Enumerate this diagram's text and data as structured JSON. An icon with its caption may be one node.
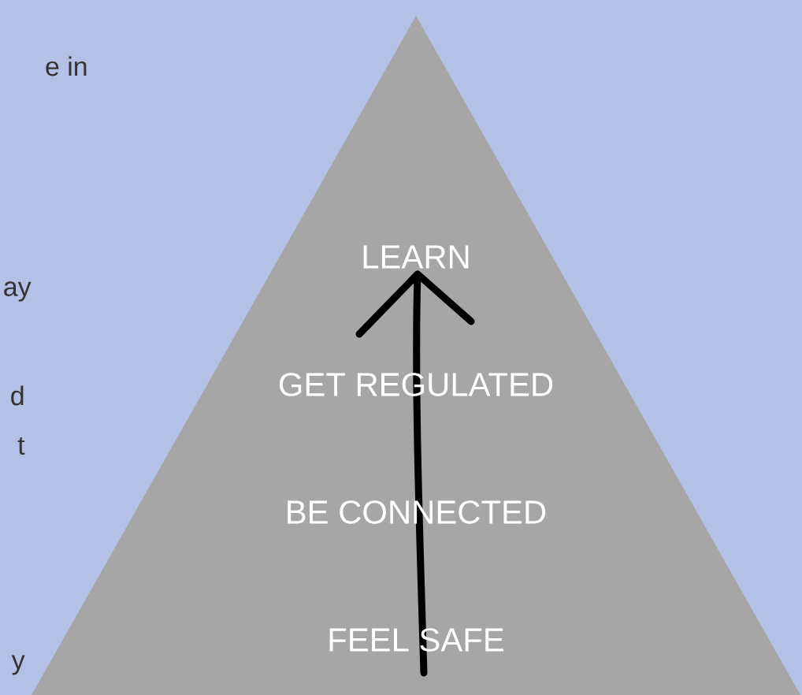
{
  "diagram": {
    "nodes": [
      {
        "text": [
          "LEARN",
          "GET REGULATED",
          "BE CONNECTED",
          "FEEL SAFE"
        ]
      }
    ],
    "labels": [
      "e in",
      "ay",
      "d",
      "t",
      "y"
    ]
  }
}
